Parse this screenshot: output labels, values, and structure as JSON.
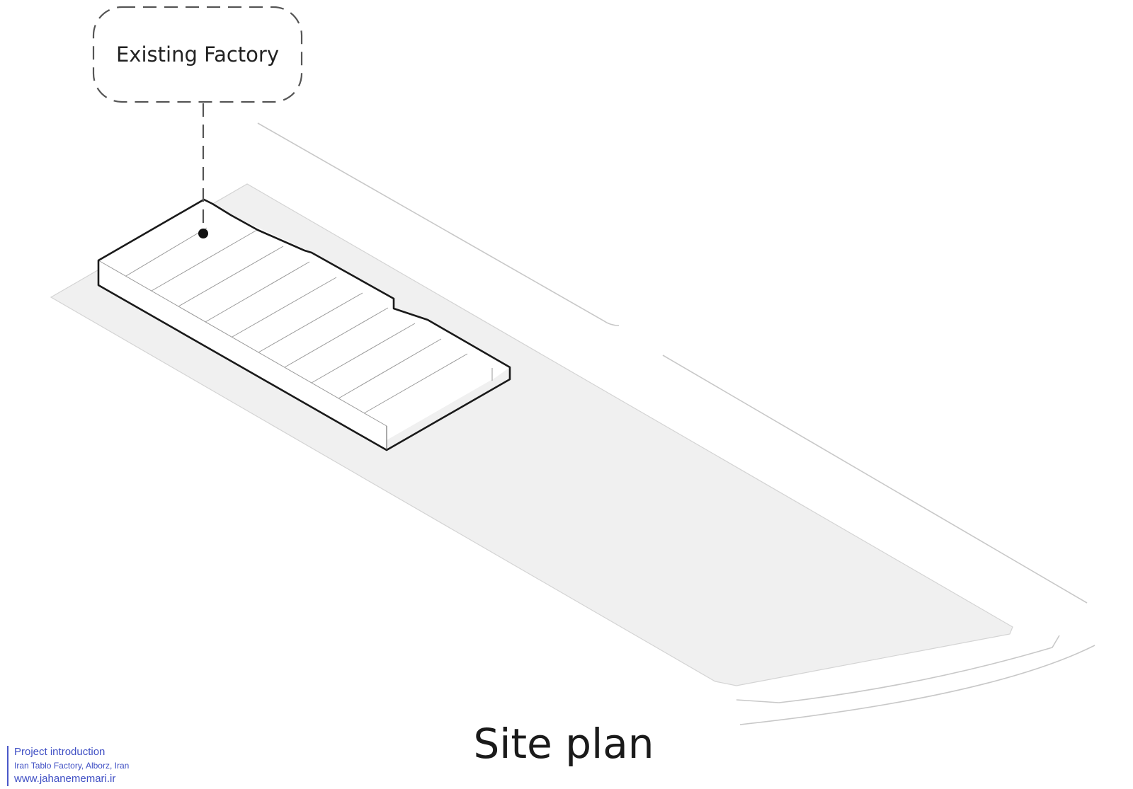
{
  "callout": {
    "label": "Existing Factory"
  },
  "title": "Site plan",
  "credit": {
    "line1": "Project introduction",
    "line2": "Iran Tablo Factory, Alborz, Iran",
    "line3": "www.jahanememari.ir"
  },
  "colors": {
    "site_fill": "#f0f0f0",
    "site_edge": "#d4d4d4",
    "road_line": "#c8c8c8",
    "building_outline": "#1a1a1a",
    "callout_dash": "#555555",
    "credit_text": "#3f4fc4"
  }
}
